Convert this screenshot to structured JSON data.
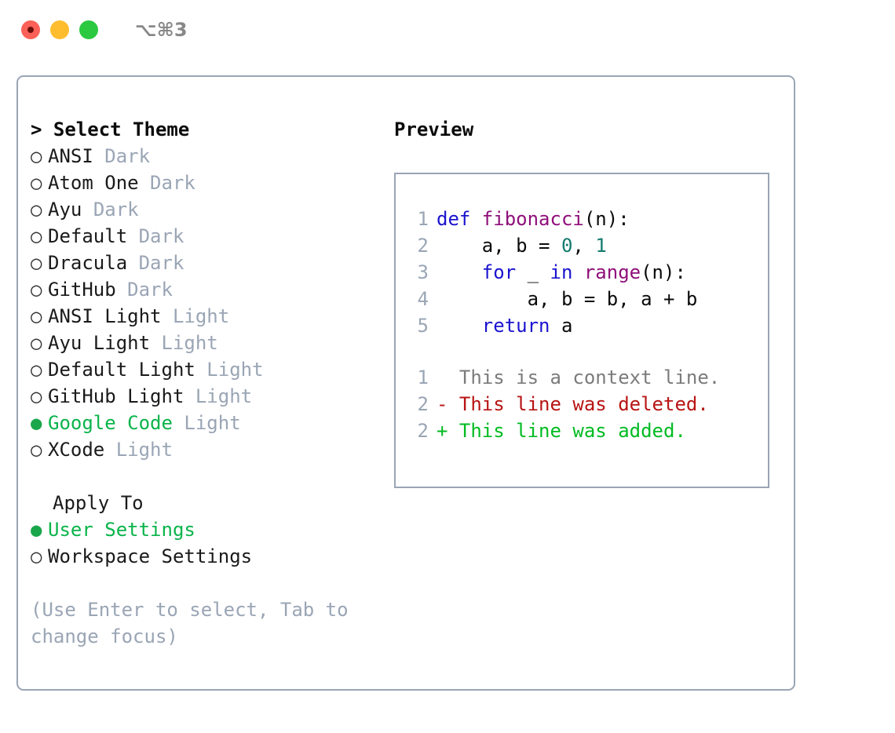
{
  "window": {
    "title": "⌥⌘3",
    "traffic_lights": [
      {
        "name": "close",
        "color": "#fb6058"
      },
      {
        "name": "minimize",
        "color": "#fdbd2f"
      },
      {
        "name": "zoom",
        "color": "#2bc940"
      }
    ]
  },
  "theme_panel": {
    "heading": "> Select Theme",
    "bullet_unselected": "○",
    "bullet_selected": "●",
    "items": [
      {
        "name": "ANSI",
        "kind": "Dark",
        "selected": false
      },
      {
        "name": "Atom One",
        "kind": "Dark",
        "selected": false
      },
      {
        "name": "Ayu",
        "kind": "Dark",
        "selected": false
      },
      {
        "name": "Default",
        "kind": "Dark",
        "selected": false
      },
      {
        "name": "Dracula",
        "kind": "Dark",
        "selected": false
      },
      {
        "name": "GitHub",
        "kind": "Dark",
        "selected": false
      },
      {
        "name": "ANSI Light",
        "kind": "Light",
        "selected": false
      },
      {
        "name": "Ayu Light",
        "kind": "Light",
        "selected": false
      },
      {
        "name": "Default Light",
        "kind": "Light",
        "selected": false
      },
      {
        "name": "GitHub Light",
        "kind": "Light",
        "selected": false
      },
      {
        "name": "Google Code",
        "kind": "Light",
        "selected": true
      },
      {
        "name": "XCode",
        "kind": "Light",
        "selected": false
      }
    ]
  },
  "apply_to": {
    "heading": "Apply To",
    "options": [
      {
        "label": "User Settings",
        "selected": true
      },
      {
        "label": "Workspace Settings",
        "selected": false
      }
    ]
  },
  "hint": "(Use Enter to select, Tab to change focus)",
  "preview": {
    "heading": "Preview",
    "code_lines": [
      {
        "number": "1",
        "tokens": [
          {
            "text": "def ",
            "type": "kw"
          },
          {
            "text": "fibonacci",
            "type": "fn"
          },
          {
            "text": "(n):",
            "type": "punc"
          }
        ]
      },
      {
        "number": "2",
        "tokens": [
          {
            "text": "    a, b = ",
            "type": "txt"
          },
          {
            "text": "0",
            "type": "num"
          },
          {
            "text": ", ",
            "type": "txt"
          },
          {
            "text": "1",
            "type": "num"
          }
        ]
      },
      {
        "number": "3",
        "tokens": [
          {
            "text": "    for ",
            "type": "kw"
          },
          {
            "text": "_ ",
            "type": "txt"
          },
          {
            "text": "in ",
            "type": "kw"
          },
          {
            "text": "range",
            "type": "fn"
          },
          {
            "text": "(n):",
            "type": "punc"
          }
        ]
      },
      {
        "number": "4",
        "tokens": [
          {
            "text": "        a, b = b, a + b",
            "type": "txt"
          }
        ]
      },
      {
        "number": "5",
        "tokens": [
          {
            "text": "    return ",
            "type": "kw"
          },
          {
            "text": "a",
            "type": "txt"
          }
        ]
      }
    ],
    "diff_lines": [
      {
        "number": "1",
        "marker": " ",
        "text": " This is a context line.",
        "type": "ctx"
      },
      {
        "number": "2",
        "marker": "-",
        "text": " This line was deleted.",
        "type": "del"
      },
      {
        "number": "2",
        "marker": "+",
        "text": " This line was added.",
        "type": "add"
      }
    ]
  },
  "colors": {
    "border": "#9aa5b5",
    "muted": "#9aa5b5",
    "green": "#0ab44a",
    "keyword": "#1a13cf",
    "function": "#8f0f7a",
    "number": "#137a6e",
    "diff_delete": "#b81414",
    "diff_add": "#00bb22",
    "diff_context": "#7b7b7b"
  }
}
